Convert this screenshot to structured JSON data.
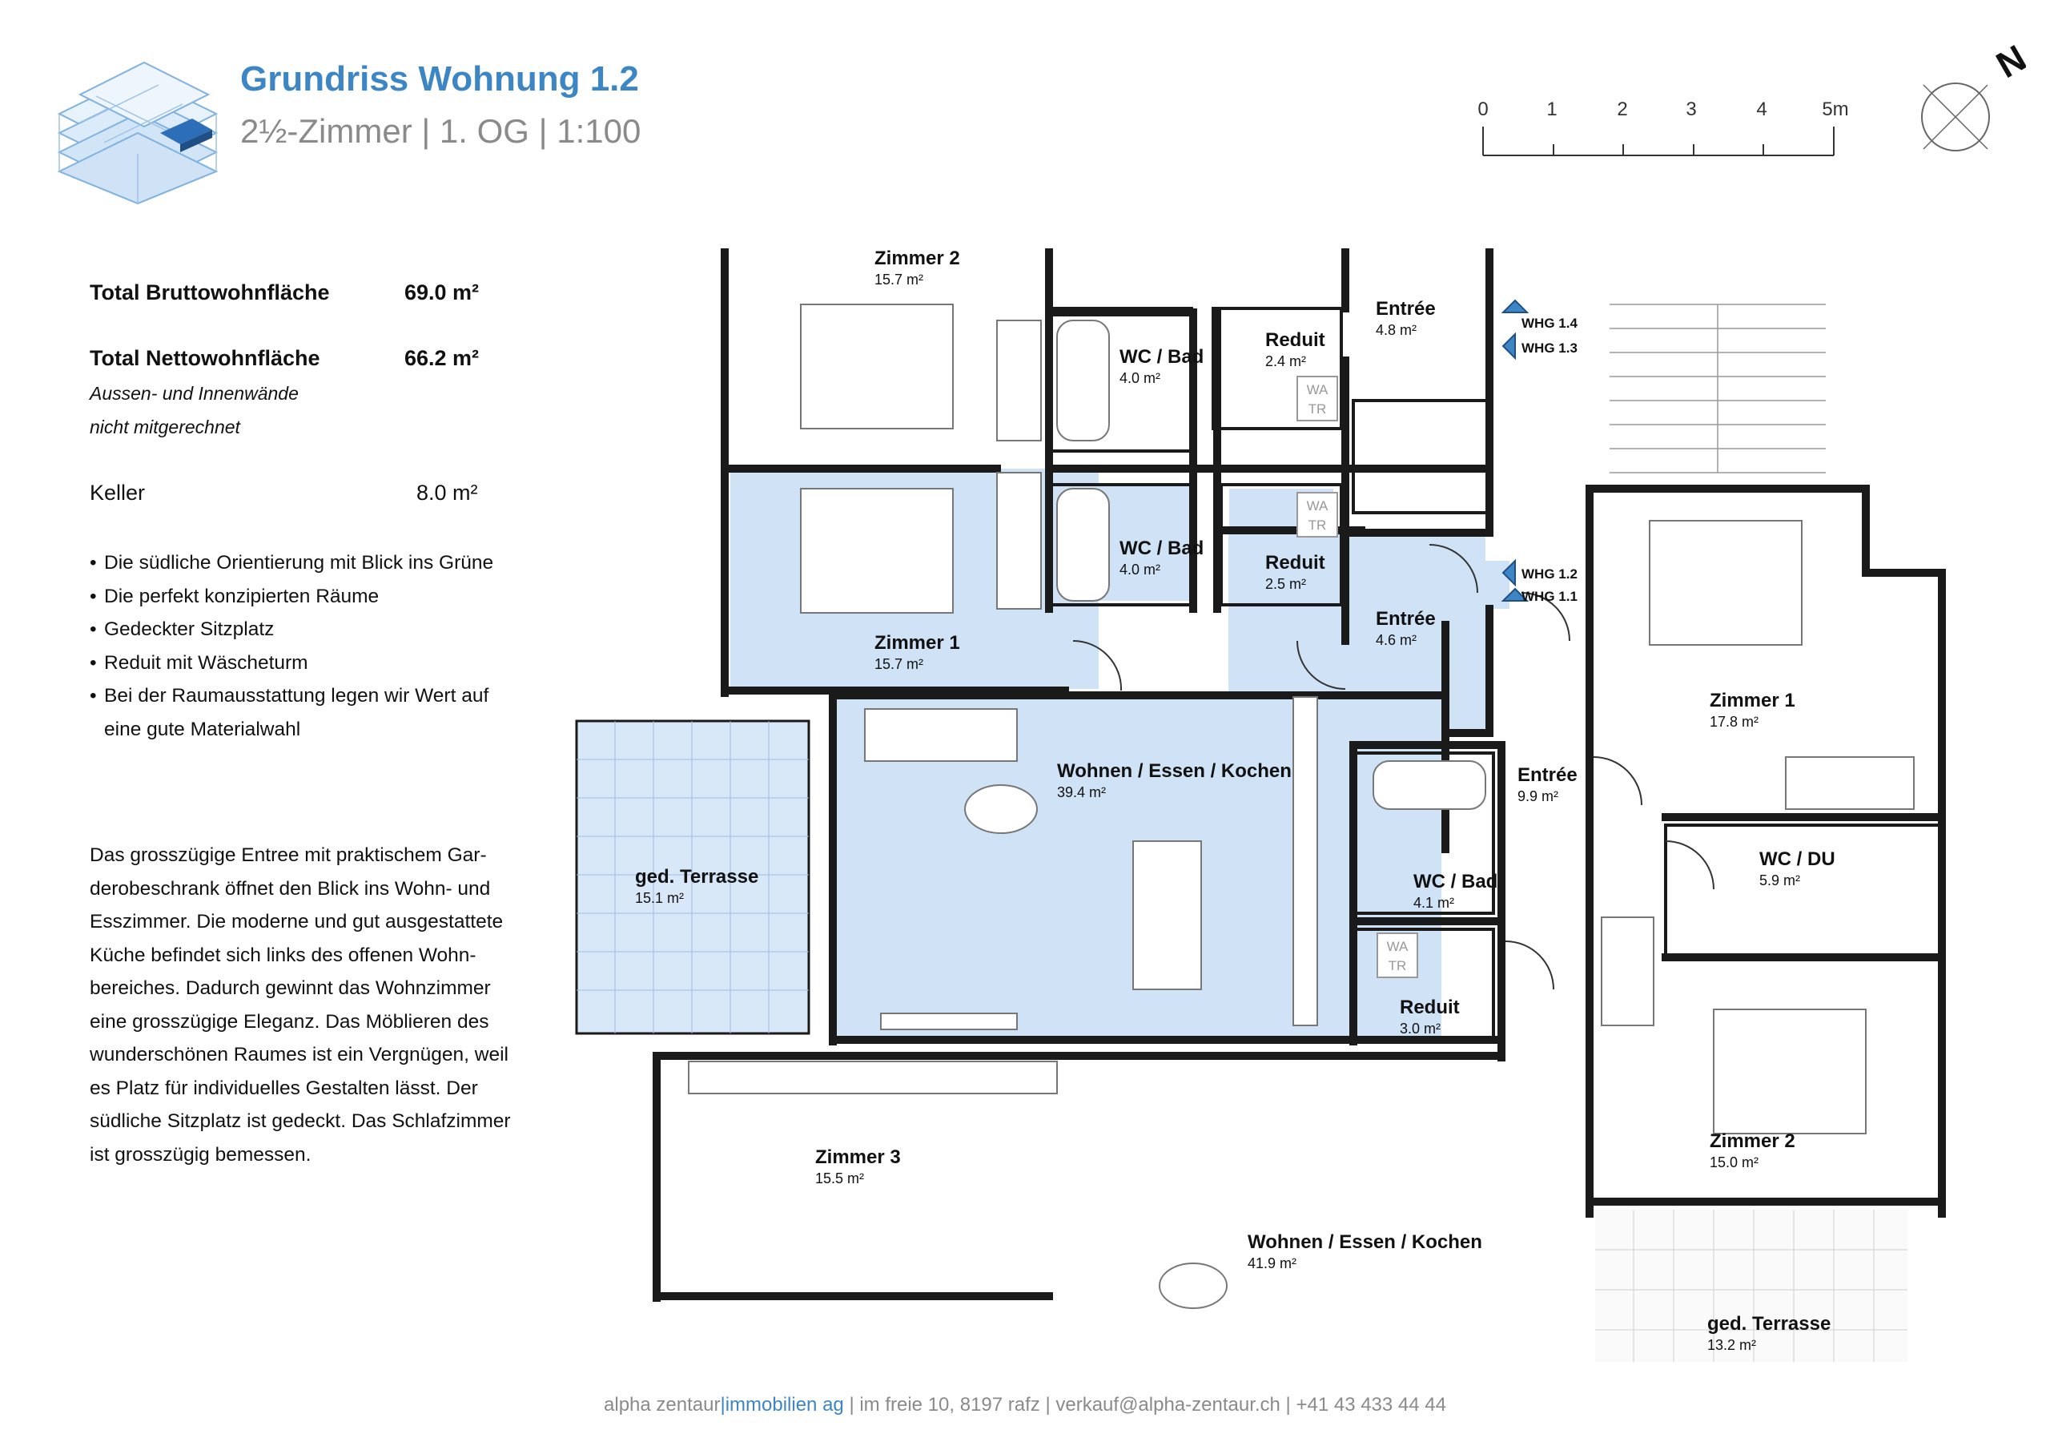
{
  "header": {
    "title": "Grundriss Wohnung 1.2",
    "subtitle": "2½-Zimmer | 1. OG | 1:100"
  },
  "scale_bar": {
    "ticks": [
      "0",
      "1",
      "2",
      "3",
      "4",
      "5m"
    ]
  },
  "north_label": "N",
  "stats": {
    "brutto_label": "Total Bruttowohnfläche",
    "brutto_value": "69.0 m²",
    "netto_label": "Total Nettowohnfläche",
    "netto_value": "66.2 m²",
    "netto_note_1": "Aussen- und Innenwände",
    "netto_note_2": "nicht mitgerechnet",
    "keller_label": "Keller",
    "keller_value": "8.0 m²"
  },
  "features": [
    "Die südliche Orientierung mit Blick ins Grüne",
    "Die perfekt konzipierten Räume",
    "Gedeckter Sitzplatz",
    "Reduit mit Wäscheturm",
    "Bei der Raumausstattung legen wir Wert auf",
    "eine gute Materialwahl"
  ],
  "description_lines": [
    "Das grosszügige Entree mit praktischem Gar-",
    "derobeschrank öffnet den Blick ins Wohn- und",
    "Esszimmer. Die moderne und gut ausgestattete",
    "Küche befindet sich links des offenen Wohn-",
    "bereiches. Dadurch gewinnt das Wohnzimmer",
    "eine grosszügige Eleganz. Das Möblieren des",
    "wunderschönen Raumes ist ein Vergnügen, weil",
    "es Platz für individuelles Gestalten lässt. Der",
    "südliche Sitzplatz ist gedeckt. Das Schlafzimmer",
    "ist grosszügig bemessen."
  ],
  "rooms": [
    {
      "name": "Zimmer 2",
      "area": "15.7 m²"
    },
    {
      "name": "WC / Bad",
      "area": "4.0 m²"
    },
    {
      "name": "Reduit",
      "area": "2.4 m²"
    },
    {
      "name": "Entrée",
      "area": "4.8 m²"
    },
    {
      "name": "WC / Bad",
      "area": "4.0 m²"
    },
    {
      "name": "Reduit",
      "area": "2.5 m²"
    },
    {
      "name": "Entrée",
      "area": "4.6 m²"
    },
    {
      "name": "Zimmer 1",
      "area": "15.7 m²"
    },
    {
      "name": "Wohnen / Essen / Kochen",
      "area": "39.4 m²"
    },
    {
      "name": "ged. Terrasse",
      "area": "15.1 m²"
    },
    {
      "name": "Entrée",
      "area": "9.9 m²"
    },
    {
      "name": "WC / Bad",
      "area": "4.1 m²"
    },
    {
      "name": "Reduit",
      "area": "3.0 m²"
    },
    {
      "name": "Zimmer 1",
      "area": "17.8 m²"
    },
    {
      "name": "WC / DU",
      "area": "5.9 m²"
    },
    {
      "name": "Zimmer 2",
      "area": "15.0 m²"
    },
    {
      "name": "ged. Terrasse",
      "area": "13.2 m²"
    },
    {
      "name": "Zimmer 3",
      "area": "15.5 m²"
    },
    {
      "name": "Wohnen / Essen / Kochen",
      "area": "41.9 m²"
    }
  ],
  "unit_markers": [
    "WHG 1.4",
    "WHG 1.3",
    "WHG 1.2",
    "WHG 1.1"
  ],
  "appliance_label": {
    "top": "WA",
    "bottom": "TR"
  },
  "footer": {
    "brand_left": "alpha zentaur",
    "brand_right": "immobilien ag",
    "rest": " | im freie 10, 8197 rafz | verkauf@alpha-zentaur.ch | +41 43 433 44 44"
  },
  "colors": {
    "accent": "#3d86c6",
    "highlight_fill": "#cfe2f6",
    "terrace_fill": "#d9e8f8",
    "wall": "#1a1a1a",
    "gray_text": "#8a8a8a"
  }
}
